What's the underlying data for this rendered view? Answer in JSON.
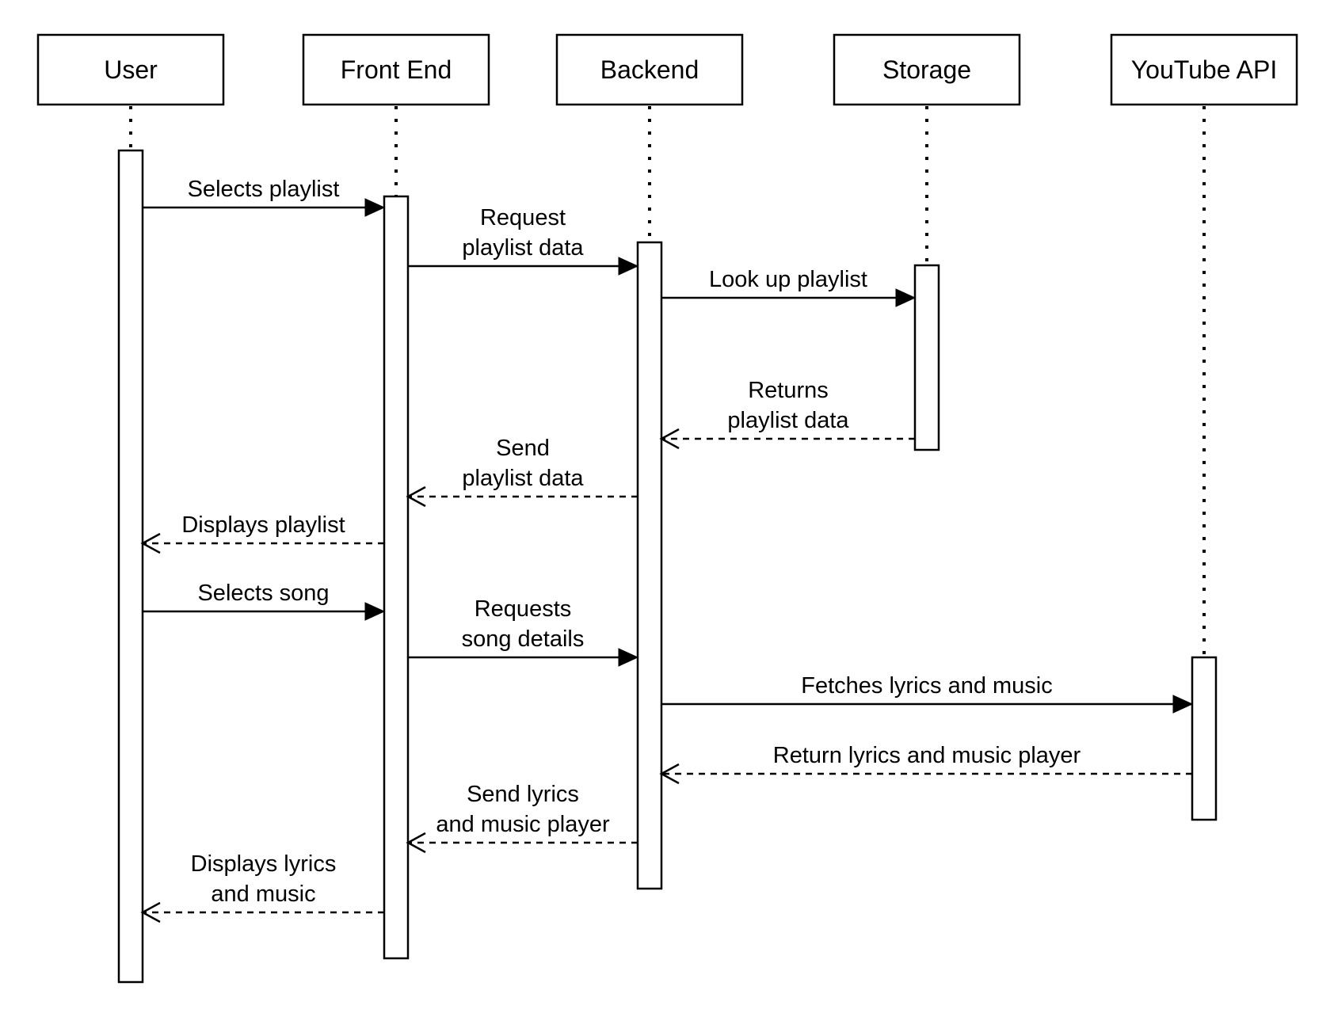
{
  "colors": {
    "line": "#000000",
    "background": "#ffffff"
  },
  "actors": [
    {
      "id": "user",
      "label": "User"
    },
    {
      "id": "frontend",
      "label": "Front End"
    },
    {
      "id": "backend",
      "label": "Backend"
    },
    {
      "id": "storage",
      "label": "Storage"
    },
    {
      "id": "youtube",
      "label": "YouTube API"
    }
  ],
  "messages": [
    {
      "from": "user",
      "to": "frontend",
      "style": "solid",
      "lines": [
        "Selects playlist"
      ]
    },
    {
      "from": "frontend",
      "to": "backend",
      "style": "solid",
      "lines": [
        "Request",
        "playlist data"
      ]
    },
    {
      "from": "backend",
      "to": "storage",
      "style": "solid",
      "lines": [
        "Look up playlist"
      ]
    },
    {
      "from": "storage",
      "to": "backend",
      "style": "dashed",
      "lines": [
        "Returns",
        "playlist data"
      ]
    },
    {
      "from": "backend",
      "to": "frontend",
      "style": "dashed",
      "lines": [
        "Send",
        "playlist data"
      ]
    },
    {
      "from": "frontend",
      "to": "user",
      "style": "dashed",
      "lines": [
        "Displays playlist"
      ]
    },
    {
      "from": "user",
      "to": "frontend",
      "style": "solid",
      "lines": [
        "Selects song"
      ]
    },
    {
      "from": "frontend",
      "to": "backend",
      "style": "solid",
      "lines": [
        "Requests",
        "song details"
      ]
    },
    {
      "from": "backend",
      "to": "youtube",
      "style": "solid",
      "lines": [
        "Fetches lyrics and music"
      ]
    },
    {
      "from": "youtube",
      "to": "backend",
      "style": "dashed",
      "lines": [
        "Return lyrics and music player"
      ]
    },
    {
      "from": "backend",
      "to": "frontend",
      "style": "dashed",
      "lines": [
        "Send lyrics",
        "and music player"
      ]
    },
    {
      "from": "frontend",
      "to": "user",
      "style": "dashed",
      "lines": [
        "Displays lyrics",
        "and music"
      ]
    }
  ]
}
